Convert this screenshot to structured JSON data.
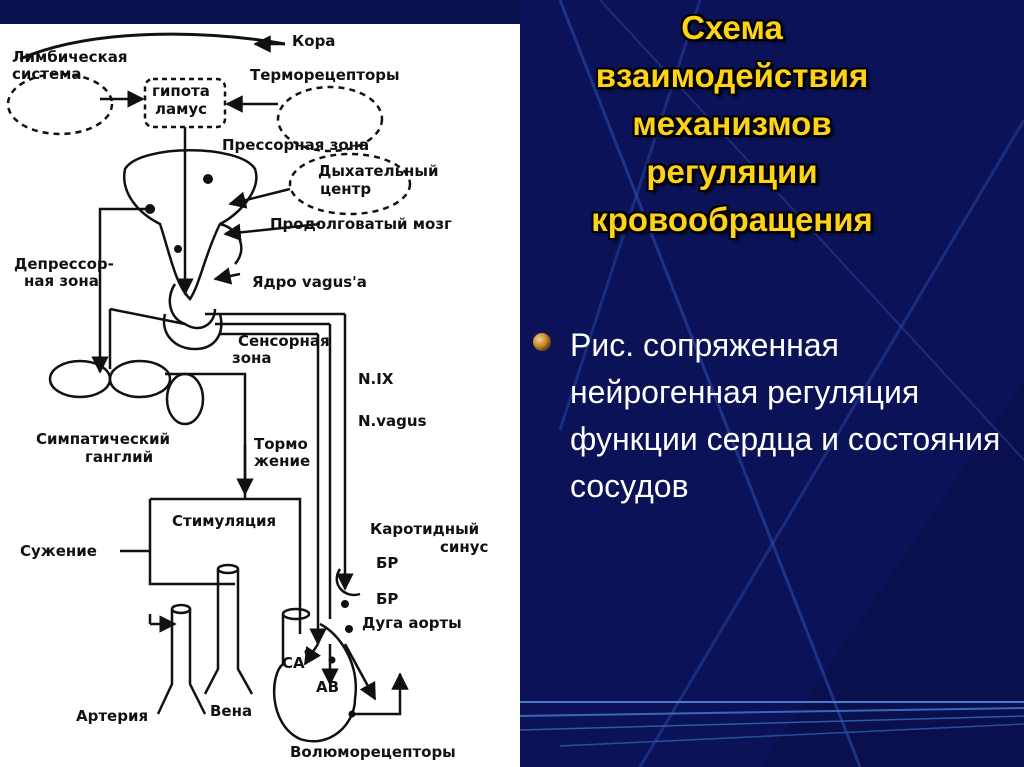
{
  "title_lines": [
    "Схема",
    "взаимодействия",
    "механизмов",
    "регуляции",
    "кровообращения"
  ],
  "caption": "Рис. сопряженная нейрогенная регуляция функции сердца и состояния сосудов",
  "colors": {
    "background": "#0a0f4e",
    "title": "#ffd21a",
    "caption": "#ffffff",
    "bullet": "#c88a2a"
  },
  "icons": {
    "bullet": "bronze-sphere"
  },
  "diagram_labels": {
    "limbic_1": "Лимбическая",
    "limbic_2": "система",
    "cortex": "Кора",
    "thermo": "Терморецепторы",
    "hypo_1": "гипота",
    "hypo_2": "ламус",
    "pressor": "Прессорная зона",
    "resp_1": "Дыхательный",
    "resp_2": "центр",
    "medulla": "Продолговатый мозг",
    "depr_1": "Депрессор-",
    "depr_2": "ная зона",
    "vagus_nucleus": "Ядро vagus'a",
    "sensor_1": "Сенсорная",
    "sensor_2": "зона",
    "n9": "N.IX",
    "nvagus": "N.vagus",
    "symp_1": "Симпатический",
    "symp_2": "ганглий",
    "inhib_1": "Тормо",
    "inhib_2": "жение",
    "stimulation": "Стимуляция",
    "carotid_1": "Каротидный",
    "carotid_2": "синус",
    "br1": "БР",
    "narrowing": "Сужение",
    "br2": "БР",
    "aortic_arch": "Дуга аорты",
    "sa": "СА",
    "av": "АВ",
    "artery": "Артерия",
    "vein": "Вена",
    "volumo": "Волюморецепторы"
  }
}
